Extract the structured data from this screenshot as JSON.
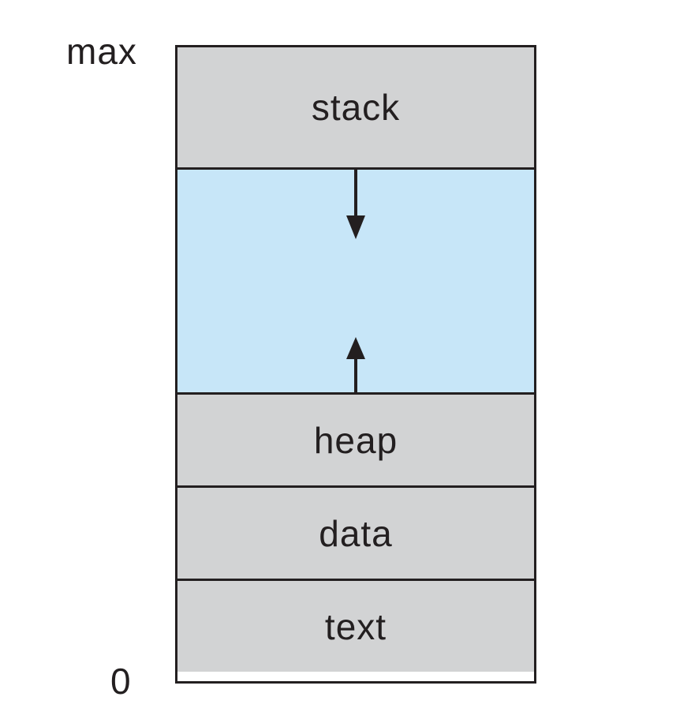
{
  "figure": {
    "description": "Process memory layout diagram",
    "axis_labels": {
      "top": "max",
      "bottom": "0"
    },
    "sections": [
      {
        "name": "stack",
        "label": "stack",
        "fill": "#d2d3d4"
      },
      {
        "name": "free-space",
        "label": "",
        "fill": "#c7e6f8"
      },
      {
        "name": "heap",
        "label": "heap",
        "fill": "#d2d3d4"
      },
      {
        "name": "data",
        "label": "data",
        "fill": "#d2d3d4"
      },
      {
        "name": "text",
        "label": "text",
        "fill": "#d2d3d4"
      }
    ],
    "arrows": [
      {
        "name": "stack-growth-arrow",
        "direction": "down",
        "meaning": "stack grows downward"
      },
      {
        "name": "heap-growth-arrow",
        "direction": "up",
        "meaning": "heap grows upward"
      }
    ],
    "colors": {
      "section_gray": "#d2d3d4",
      "free_space_blue": "#c7e6f8",
      "line": "#231f20",
      "background": "#ffffff"
    }
  }
}
